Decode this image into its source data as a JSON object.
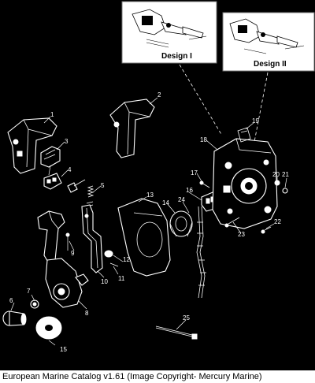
{
  "caption": "European Marine Catalog v1.61 (Image Copyright- Mercury Marine)",
  "insets": [
    {
      "title": "Design I"
    },
    {
      "title": "Design II"
    }
  ],
  "callouts": [
    "1",
    "2",
    "3",
    "4",
    "5",
    "6",
    "7",
    "8",
    "9",
    "10",
    "11",
    "12",
    "13",
    "14",
    "15",
    "16",
    "17",
    "18",
    "19",
    "20",
    "21",
    "22",
    "23",
    "24",
    "25"
  ]
}
